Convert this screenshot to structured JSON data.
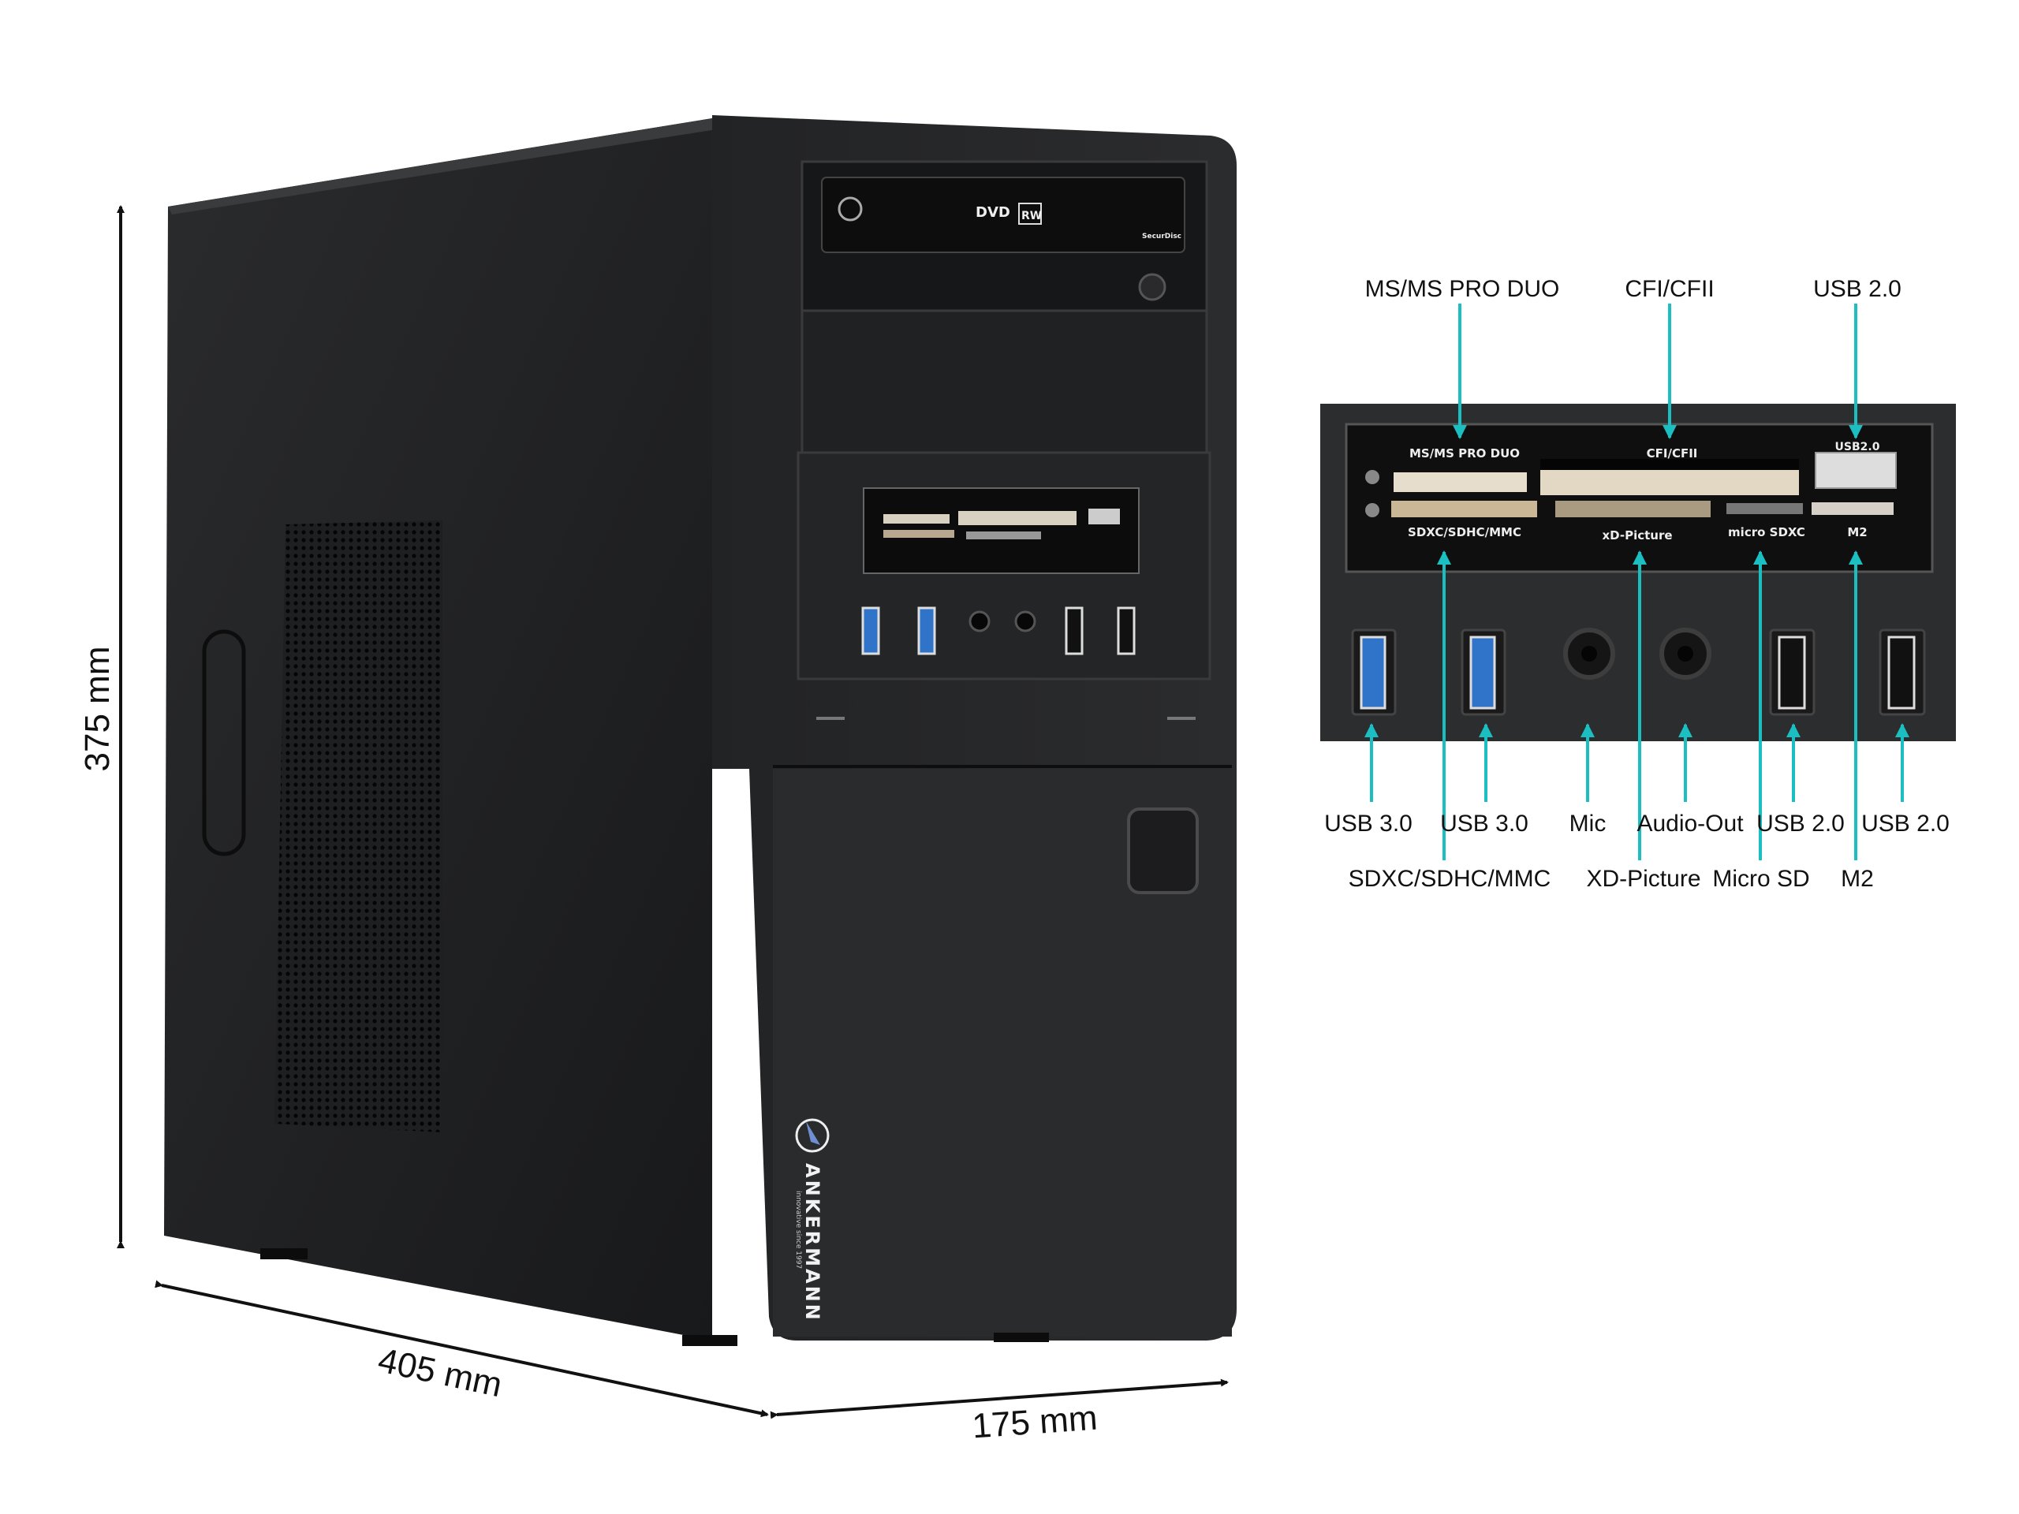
{
  "dimensions": {
    "height": "375 mm",
    "depth": "405 mm",
    "width": "175 mm"
  },
  "drive": {
    "dvd_logo": "DVD",
    "rw_logo": "RW",
    "securdisc_logo": "SecurDisc"
  },
  "brand": {
    "name": "ANKERMANN",
    "tagline": "innovative since 1997"
  },
  "reader_panel_labels": {
    "ms": "MS/MS PRO DUO",
    "cf": "CFI/CFII",
    "usb": "USB2.0",
    "sd": "SDXC/SDHC/MMC",
    "xd": "xD-Picture",
    "micro": "micro SDXC",
    "m2": "M2"
  },
  "callouts": {
    "top": [
      "MS/MS PRO DUO",
      "CFI/CFII",
      "USB 2.0"
    ],
    "bottom_row1": [
      "USB 3.0",
      "USB 3.0",
      "Mic",
      "Audio-Out",
      "USB 2.0",
      "USB 2.0"
    ],
    "bottom_row2": [
      "SDXC/SDHC/MMC",
      "XD-Picture",
      "Micro SD",
      "M2"
    ]
  },
  "colors": {
    "callout_line": "#1bbfc2",
    "case": "#1c1d1f",
    "usb3_blue": "#2f74c9"
  }
}
